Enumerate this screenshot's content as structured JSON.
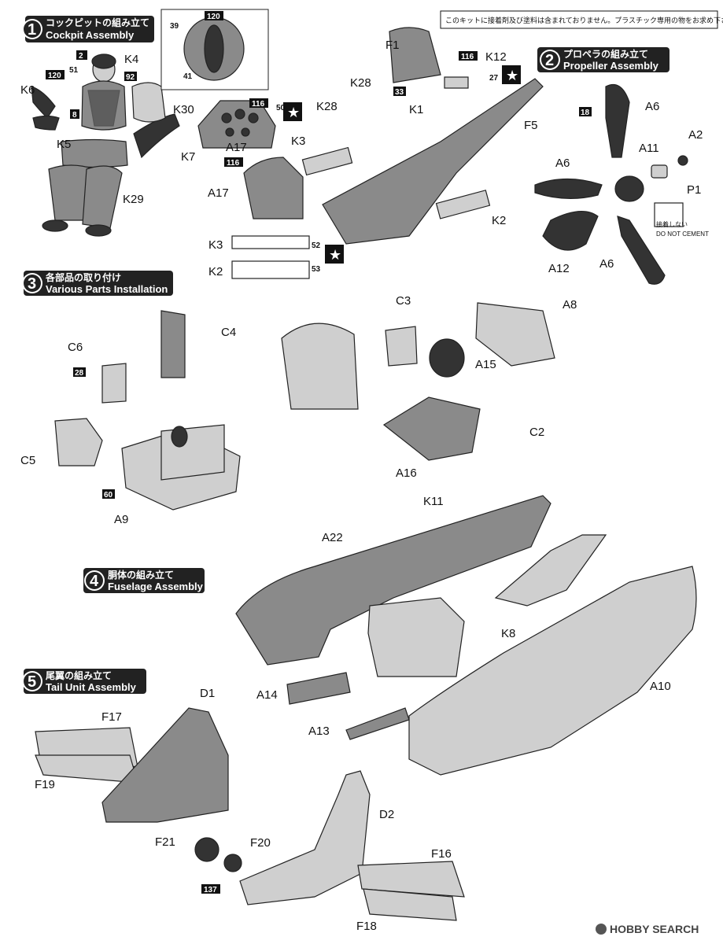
{
  "notice": "このキットに接着剤及び塗料は含まれておりません。プラスチック専用の物をお求め下さい。",
  "watermark": "HOBBY SEARCH",
  "steps": [
    {
      "num": "1",
      "jp": "コックピットの組み立て",
      "en": "Cockpit Assembly"
    },
    {
      "num": "2",
      "jp": "プロペラの組み立て",
      "en": "Propeller Assembly"
    },
    {
      "num": "3",
      "jp": "各部品の取り付け",
      "en": "Various Parts Installation"
    },
    {
      "num": "4",
      "jp": "胴体の組み立て",
      "en": "Fuselage Assembly"
    },
    {
      "num": "5",
      "jp": "尾翼の組み立て",
      "en": "Tail Unit Assembly"
    }
  ],
  "parts": {
    "K4": "K4",
    "K6": "K6",
    "K5": "K5",
    "K29": "K29",
    "K7": "K7",
    "K30": "K30",
    "A17a": "A17",
    "A17b": "A17",
    "K3": "K3",
    "K2": "K2",
    "F1": "F1",
    "K12": "K12",
    "K28a": "K28",
    "K28b": "K28",
    "K1": "K1",
    "F5": "F5",
    "K3b": "K3",
    "K2b": "K2",
    "A6a": "A6",
    "A6b": "A6",
    "A6c": "A6",
    "A11": "A11",
    "A2": "A2",
    "P1": "P1",
    "A12": "A12",
    "C6": "C6",
    "C4": "C4",
    "C5": "C5",
    "A9": "A9",
    "C3": "C3",
    "A8": "A8",
    "A15": "A15",
    "A16": "A16",
    "C2": "C2",
    "K11": "K11",
    "A22": "A22",
    "K8": "K8",
    "A14": "A14",
    "A13": "A13",
    "A10": "A10",
    "D1": "D1",
    "F17": "F17",
    "F19": "F19",
    "F21": "F21",
    "F20": "F20",
    "D2": "D2",
    "F16": "F16",
    "F18": "F18"
  },
  "colors": {
    "c120": "120",
    "c92": "92",
    "c8": "8",
    "c2": "2",
    "c51": "51",
    "c39": "39",
    "c41": "41",
    "c116": "116",
    "c50": "50",
    "c27": "27",
    "c33": "33",
    "c52": "52",
    "c53": "53",
    "c18": "18",
    "c28": "28",
    "c60": "60",
    "c137": "137"
  },
  "do_not_cement_jp": "接着しない",
  "do_not_cement_en": "DO NOT CEMENT"
}
